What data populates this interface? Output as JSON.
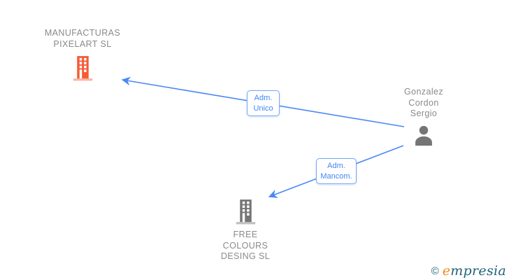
{
  "colors": {
    "edge_blue": "#4a89f4",
    "edge_label_text": "#4285f4",
    "edge_label_border": "#79a7f3",
    "node_name_gray": "#8a8a8a",
    "icon_gray": "#757575",
    "company_orange": "#f55b35",
    "logo_teal": "#1e6379",
    "logo_orange": "#f08a1c"
  },
  "nodes": {
    "company_manufacturas": {
      "name": "MANUFACTURAS\nPIXELART SL",
      "icon": "building-icon",
      "icon_color": "#f55b35"
    },
    "person_gonzalez": {
      "name": "Gonzalez\nCordon\nSergio",
      "icon": "person-icon",
      "icon_color": "#757575"
    },
    "company_free_colours": {
      "name": "FREE\nCOLOURS\nDESING SL",
      "icon": "building-icon",
      "icon_color": "#757575"
    }
  },
  "edges": [
    {
      "label": "Adm.\nUnico",
      "from": "Gonzalez Cordon Sergio",
      "to": "MANUFACTURAS PIXELART SL"
    },
    {
      "label": "Adm.\nMancom.",
      "from": "Gonzalez Cordon Sergio",
      "to": "FREE COLOURS DESING SL"
    }
  ],
  "footer": {
    "copyright_symbol": "©",
    "brand_initial": "e",
    "brand_rest": "mpresia"
  }
}
